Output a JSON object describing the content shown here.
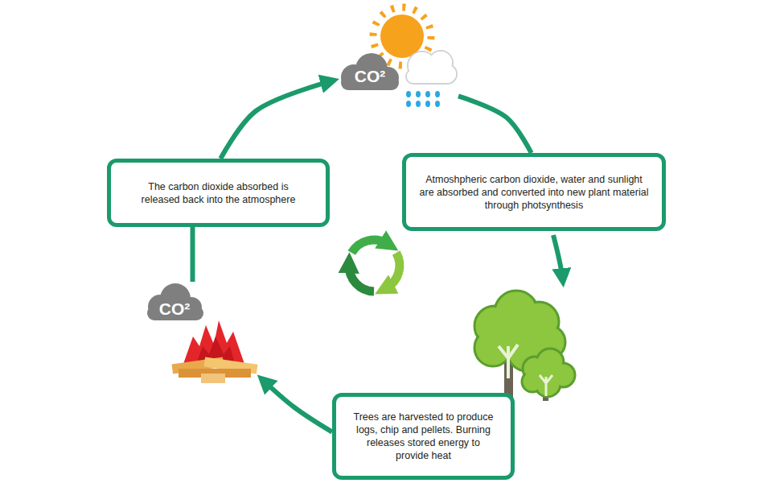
{
  "diagram": {
    "nodes": [
      {
        "text": [
          "CO²"
        ]
      },
      {
        "text": [
          "The carbon dioxide absorbed is released back into the atmosphere"
        ]
      },
      {
        "text": [
          "Atmoshpheric carbon dioxide, water and sunlight are absorbed and converted into new plant material through photsynthesis"
        ]
      },
      {
        "text": [
          "CO²"
        ]
      },
      {
        "text": [
          "Trees are harvested to produce logs, chip and pellets. Burning releases stored energy to provide heat"
        ]
      }
    ],
    "edges": [
      {
        "from": 1,
        "to": 0,
        "arrow": "to"
      },
      {
        "from": 0,
        "to": 2,
        "arrow": "none"
      },
      {
        "from": 4,
        "to": 3,
        "arrow": "to"
      },
      {
        "from": 3,
        "to": 1,
        "arrow": "none"
      }
    ]
  }
}
